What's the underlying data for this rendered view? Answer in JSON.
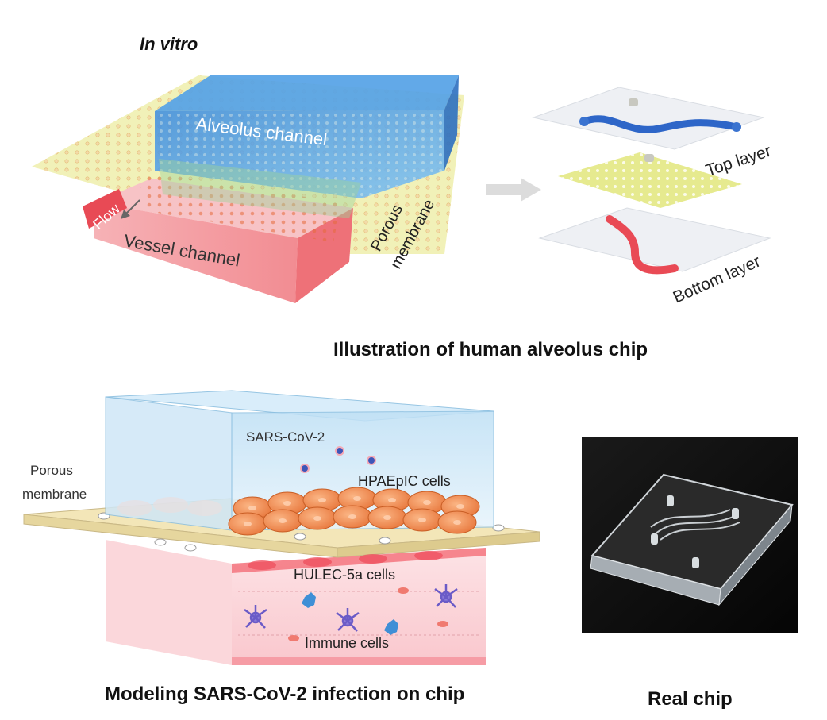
{
  "top": {
    "heading": "In vitro",
    "labels": {
      "alveolus": "Alveolus channel",
      "flow": "Flow",
      "vessel": "Vessel channel",
      "porous_line1": "Porous",
      "porous_line2": "membrane"
    },
    "layers": {
      "top": "Top layer",
      "bottom": "Bottom  layer"
    },
    "caption": "Illustration of human alveolus chip"
  },
  "bottom": {
    "labels": {
      "virus": "SARS-CoV-2",
      "hpaepic": "HPAEpIC cells",
      "porous_line1": "Porous",
      "porous_line2": "membrane",
      "hulec": "HULEC-5a cells",
      "immune": "Immune cells"
    },
    "caption_left": "Modeling SARS-CoV-2 infection on chip",
    "caption_right": "Real chip"
  },
  "colors": {
    "alveolus_blue": "#2f7fd0",
    "vessel_red": "#ec5b62",
    "membrane_yellow": "#e6e89a",
    "cell_orange": "#f08a4b"
  }
}
